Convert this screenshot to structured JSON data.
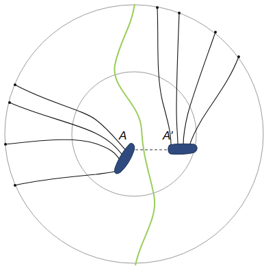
{
  "diagram": {
    "nodes": [
      {
        "text": [
          "A"
        ]
      },
      {
        "text": [
          "A′"
        ]
      }
    ],
    "edges": [
      {
        "from": 0,
        "to": 1,
        "arrow": "none"
      }
    ]
  }
}
